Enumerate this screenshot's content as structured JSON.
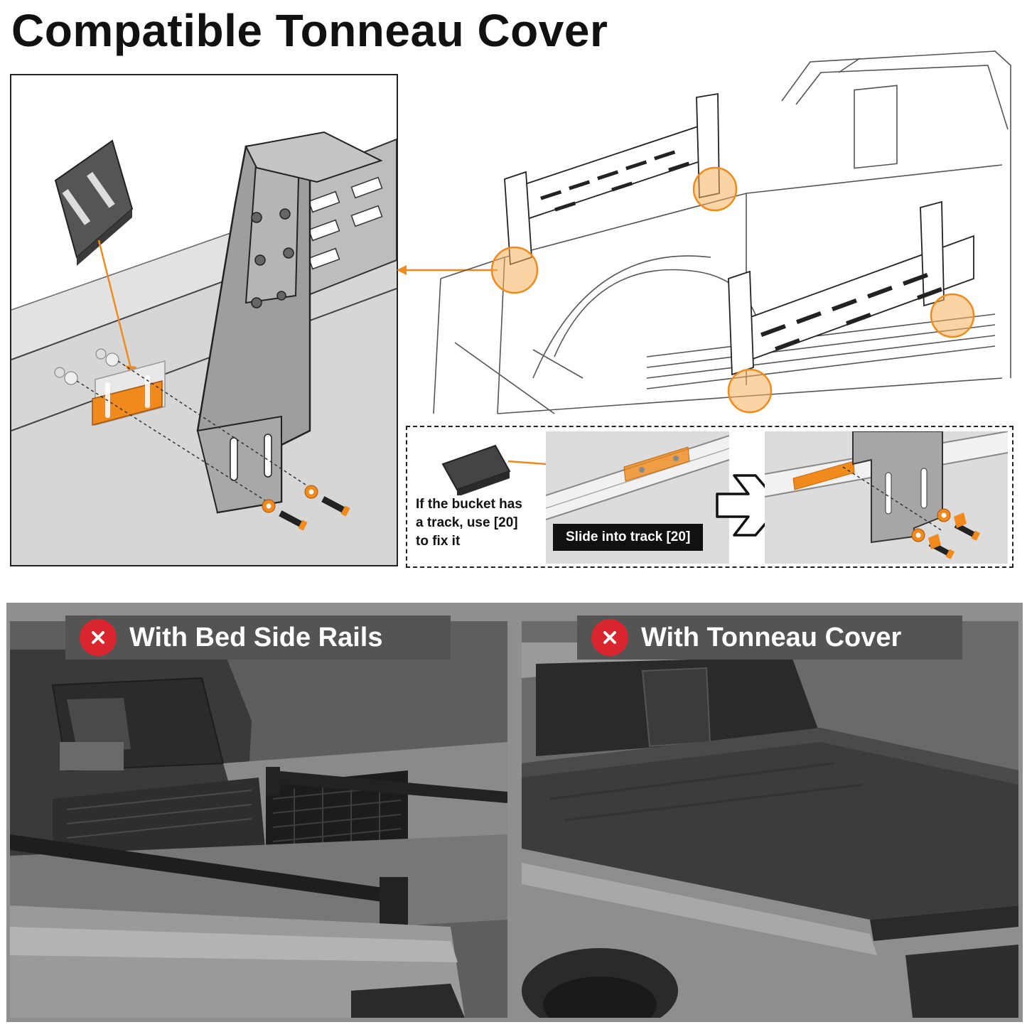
{
  "title": "Compatible Tonneau Cover",
  "install_note": {
    "line1": "If the bucket has",
    "line2": "a track, use [20]",
    "line3": "to fix it"
  },
  "slide_label": "Slide into track [20]",
  "panels": [
    {
      "label": "With Bed Side Rails",
      "status_icon": "x-circle-icon"
    },
    {
      "label": "With Tonneau Cover",
      "status_icon": "x-circle-icon"
    }
  ],
  "colors": {
    "accent_orange": "#f08a1c",
    "highlight_orange": "#f7b15c",
    "incompatible_red": "#d9262e",
    "label_bg": "#545454",
    "frame_gray": "#8f8f8f"
  }
}
